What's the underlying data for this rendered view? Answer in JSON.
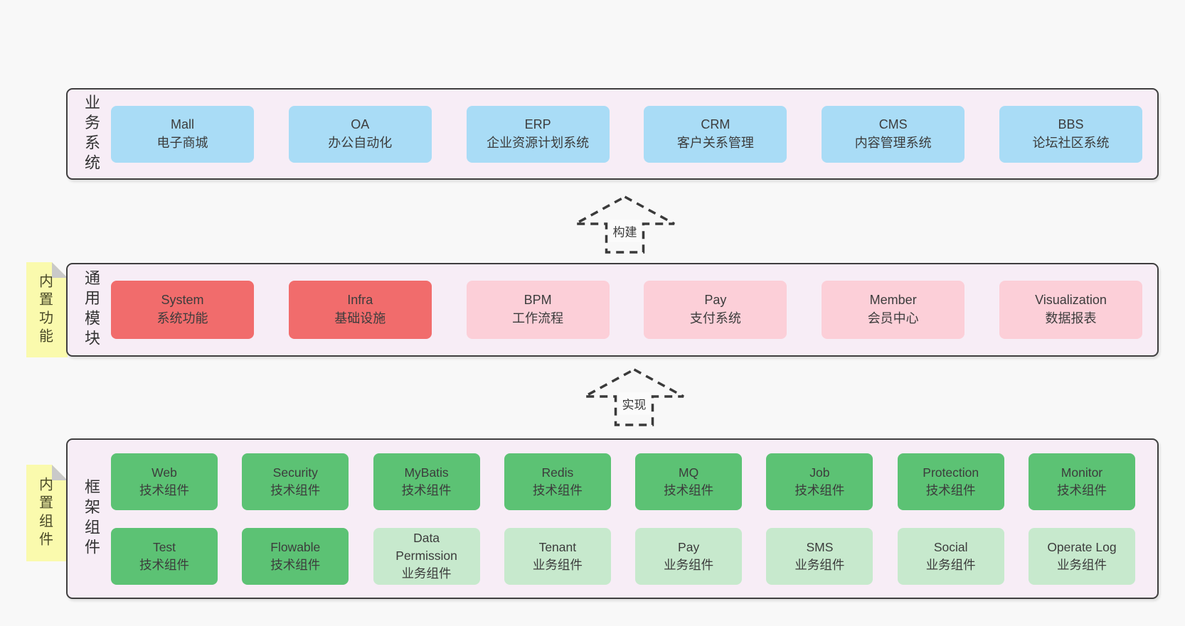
{
  "colors": {
    "page_bg": "#f8f8f8",
    "container_bg": "#f7edf6",
    "container_border": "#3f3f3f",
    "blue": "#a9dcf6",
    "red": "#f16c6c",
    "pink": "#fccfd8",
    "green": "#5cc274",
    "light_green": "#c7e9cd",
    "note_yellow": "#fafaad",
    "note_fold": "#c9c9c9",
    "text": "#3c3c3c"
  },
  "sections": [
    {
      "label": "业务系统",
      "note": null,
      "rows": [
        [
          {
            "title": "Mall",
            "subtitle": "电子商城",
            "type": "blue"
          },
          {
            "title": "OA",
            "subtitle": "办公自动化",
            "type": "blue"
          },
          {
            "title": "ERP",
            "subtitle": "企业资源计划系统",
            "type": "blue"
          },
          {
            "title": "CRM",
            "subtitle": "客户关系管理",
            "type": "blue"
          },
          {
            "title": "CMS",
            "subtitle": "内容管理系统",
            "type": "blue"
          },
          {
            "title": "BBS",
            "subtitle": "论坛社区系统",
            "type": "blue"
          }
        ]
      ]
    },
    {
      "label": "通用模块",
      "note": "内置功能",
      "rows": [
        [
          {
            "title": "System",
            "subtitle": "系统功能",
            "type": "red"
          },
          {
            "title": "Infra",
            "subtitle": "基础设施",
            "type": "red"
          },
          {
            "title": "BPM",
            "subtitle": "工作流程",
            "type": "pink"
          },
          {
            "title": "Pay",
            "subtitle": "支付系统",
            "type": "pink"
          },
          {
            "title": "Member",
            "subtitle": "会员中心",
            "type": "pink"
          },
          {
            "title": "Visualization",
            "subtitle": "数据报表",
            "type": "pink"
          }
        ]
      ]
    },
    {
      "label": "框架组件",
      "note": "内置组件",
      "rows": [
        [
          {
            "title": "Web",
            "subtitle": "技术组件",
            "type": "green"
          },
          {
            "title": "Security",
            "subtitle": "技术组件",
            "type": "green"
          },
          {
            "title": "MyBatis",
            "subtitle": "技术组件",
            "type": "green"
          },
          {
            "title": "Redis",
            "subtitle": "技术组件",
            "type": "green"
          },
          {
            "title": "MQ",
            "subtitle": "技术组件",
            "type": "green"
          },
          {
            "title": "Job",
            "subtitle": "技术组件",
            "type": "green"
          },
          {
            "title": "Protection",
            "subtitle": "技术组件",
            "type": "green"
          },
          {
            "title": "Monitor",
            "subtitle": "技术组件",
            "type": "green"
          }
        ],
        [
          {
            "title": "Test",
            "subtitle": "技术组件",
            "type": "green"
          },
          {
            "title": "Flowable",
            "subtitle": "技术组件",
            "type": "green"
          },
          {
            "title": "Data Permission",
            "subtitle": "业务组件",
            "type": "light_green"
          },
          {
            "title": "Tenant",
            "subtitle": "业务组件",
            "type": "light_green"
          },
          {
            "title": "Pay",
            "subtitle": "业务组件",
            "type": "light_green"
          },
          {
            "title": "SMS",
            "subtitle": "业务组件",
            "type": "light_green"
          },
          {
            "title": "Social",
            "subtitle": "业务组件",
            "type": "light_green"
          },
          {
            "title": "Operate Log",
            "subtitle": "业务组件",
            "type": "light_green"
          }
        ]
      ]
    }
  ],
  "arrows": [
    {
      "label": "构建"
    },
    {
      "label": "实现"
    }
  ]
}
